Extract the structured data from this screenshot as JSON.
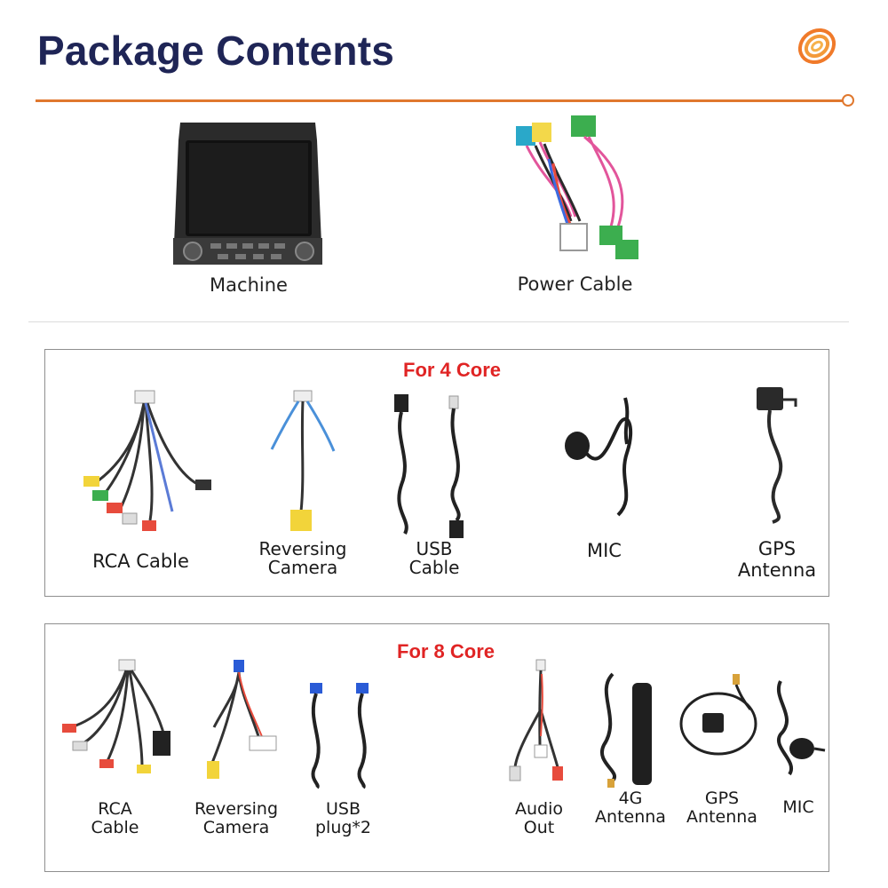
{
  "header": {
    "title": "Package Contents",
    "accent_color": "#e0782e",
    "title_color": "#1f2556",
    "logo_icon": "orange-ring-logo"
  },
  "top_items": [
    {
      "label": "Machine",
      "icon": "car-stereo-unit"
    },
    {
      "label": "Power Cable",
      "icon": "power-harness"
    }
  ],
  "sections": [
    {
      "title": "For 4 Core",
      "items": [
        {
          "label": "RCA Cable",
          "icon": "rca-harness"
        },
        {
          "label_lines": [
            "Reversing",
            "Camera"
          ],
          "icon": "camera-cable"
        },
        {
          "label_lines": [
            "USB",
            "Cable"
          ],
          "icon": "usb-cable"
        },
        {
          "label": "MIC",
          "icon": "microphone"
        },
        {
          "label_lines": [
            "GPS",
            "Antenna"
          ],
          "icon": "gps-antenna"
        }
      ]
    },
    {
      "title": "For 8 Core",
      "items": [
        {
          "label_lines": [
            "RCA",
            "Cable"
          ],
          "icon": "rca-harness"
        },
        {
          "label_lines": [
            "Reversing",
            "Camera"
          ],
          "icon": "camera-cable"
        },
        {
          "label_lines": [
            "USB",
            "plug*2"
          ],
          "icon": "usb-plug"
        },
        {
          "label_lines": [
            "Audio",
            "Out"
          ],
          "icon": "audio-out-cable"
        },
        {
          "label_lines": [
            "4G",
            "Antenna"
          ],
          "icon": "4g-antenna"
        },
        {
          "label_lines": [
            "GPS",
            "Antenna"
          ],
          "icon": "gps-antenna"
        },
        {
          "label": "MIC",
          "icon": "microphone"
        }
      ]
    }
  ]
}
